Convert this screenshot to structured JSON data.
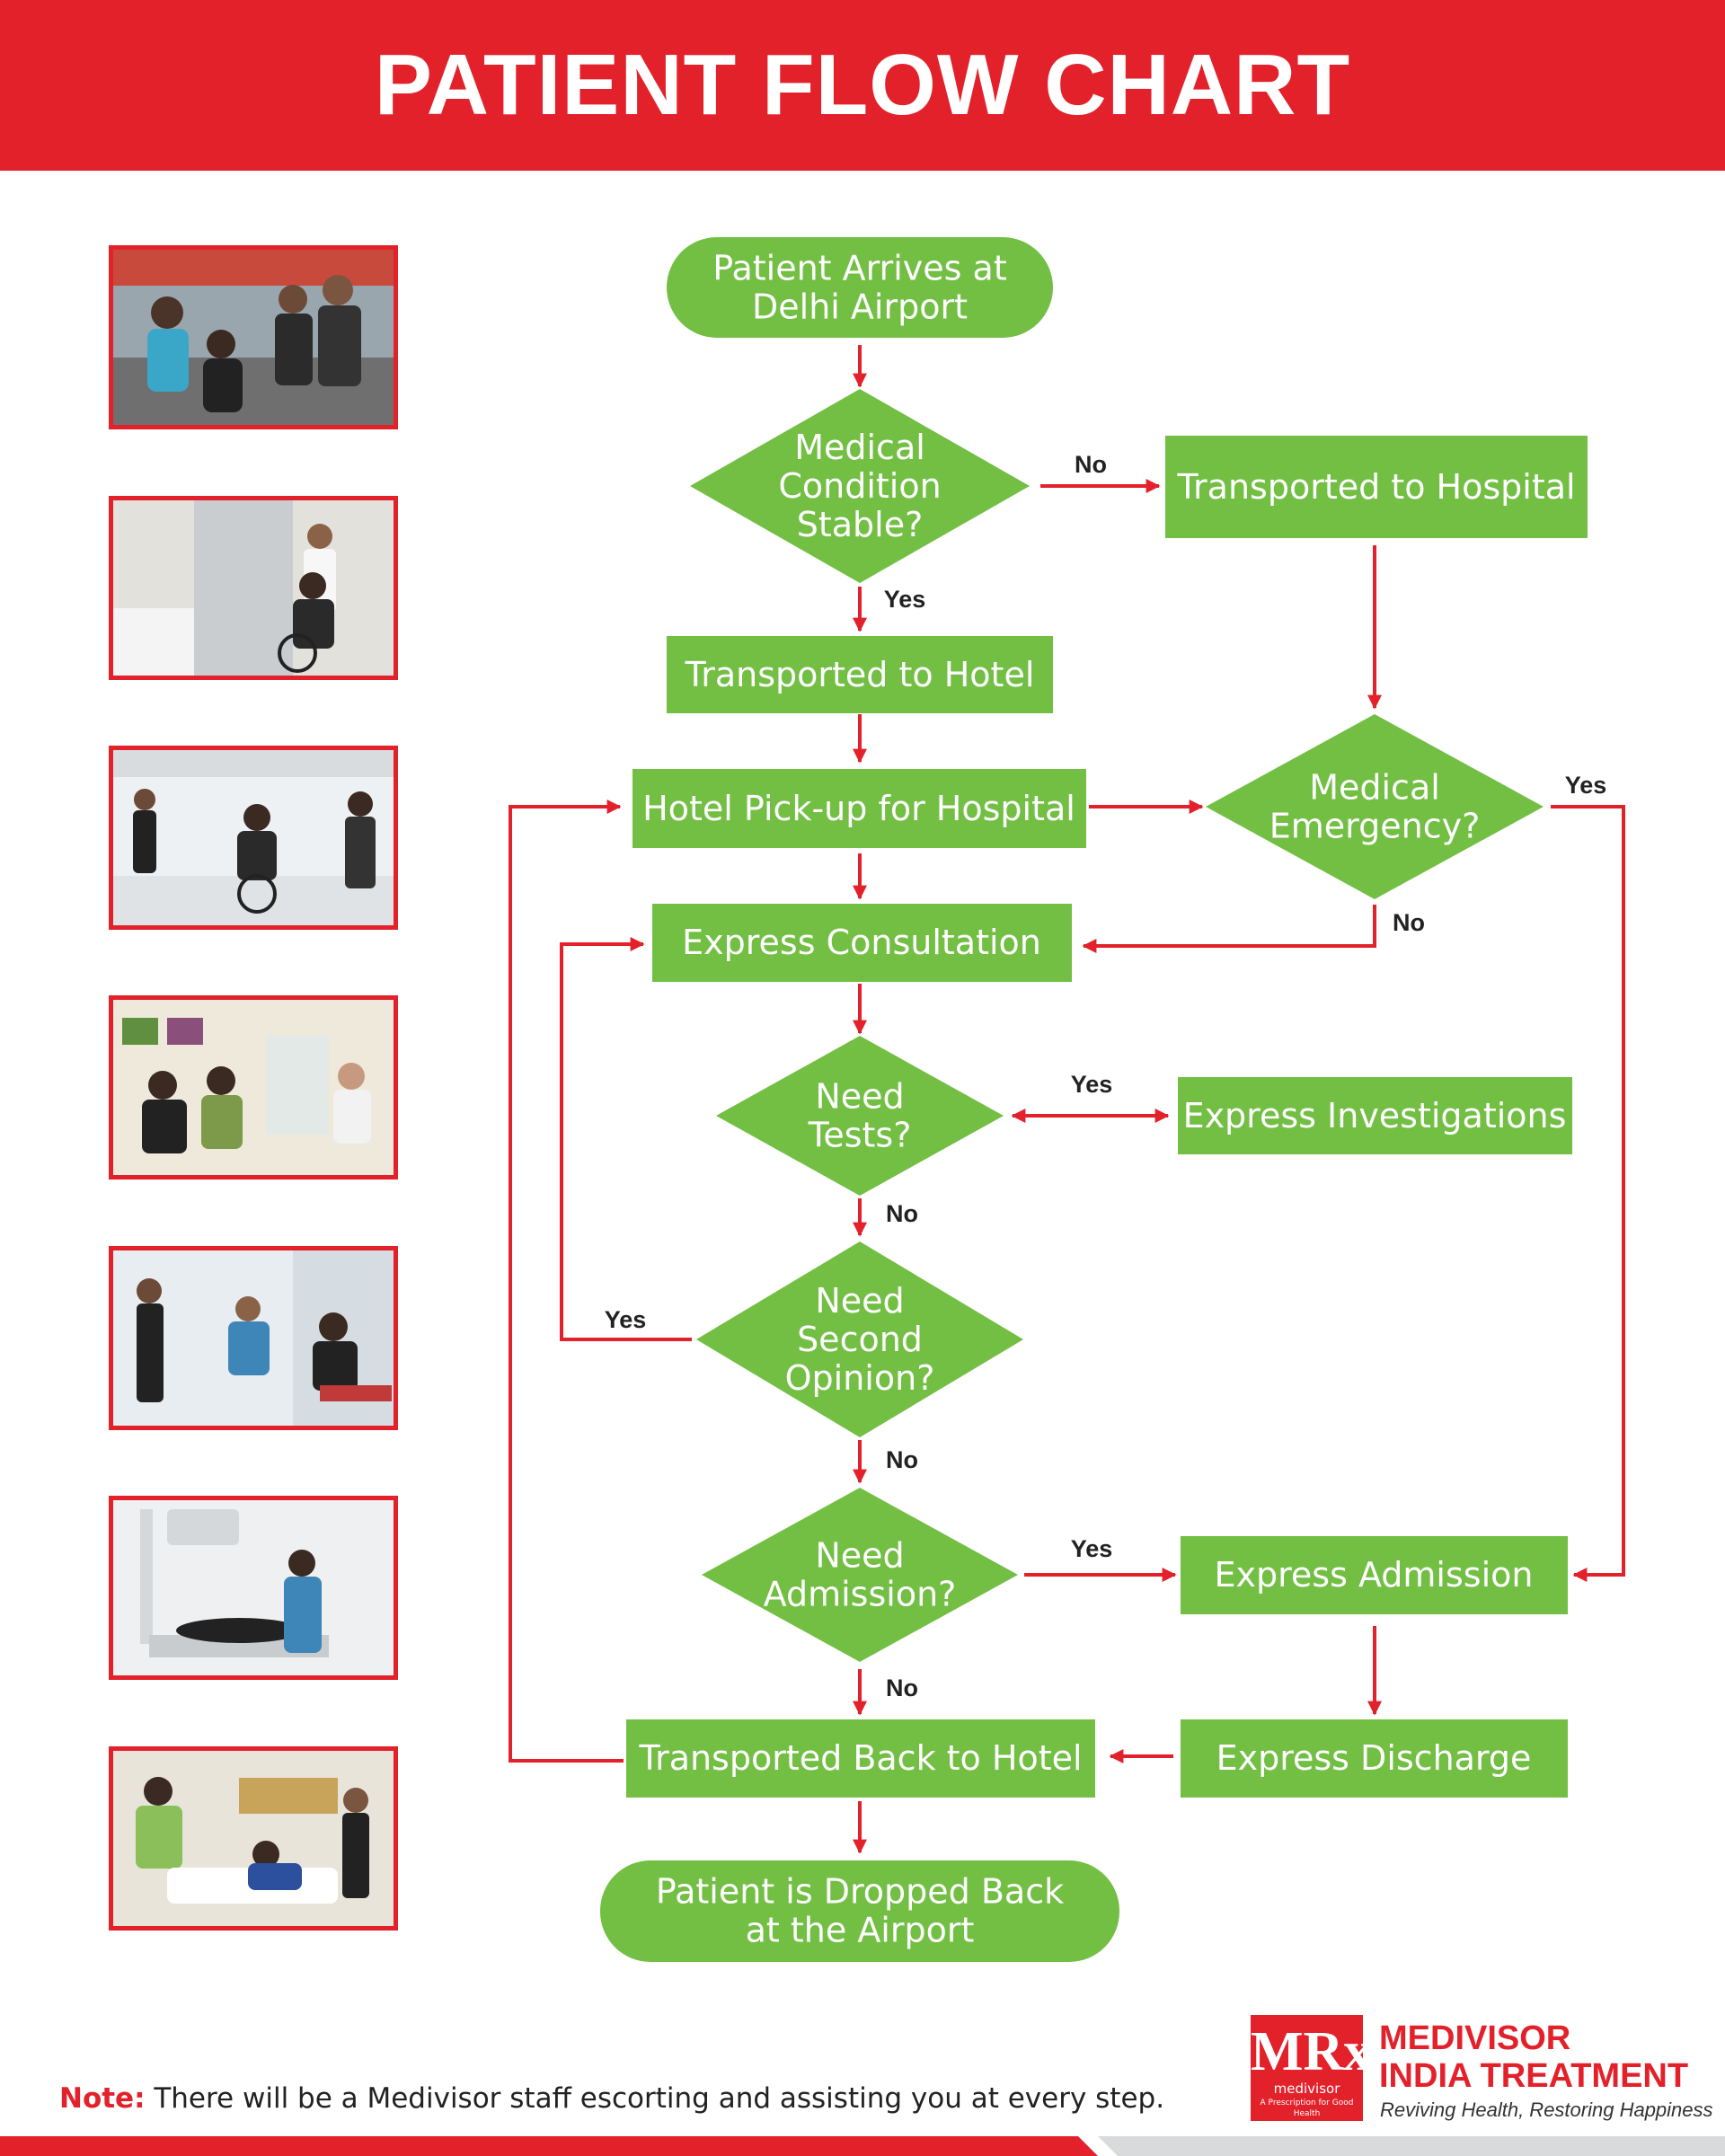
{
  "header": {
    "title": "PATIENT FLOW CHART"
  },
  "colors": {
    "brand_red": "#e3212b",
    "node_green": "#72bf44",
    "arrow_red": "#e3212b"
  },
  "photos": [
    {
      "subject": "airport-arrival-photo-icon"
    },
    {
      "subject": "hotel-wheelchair-photo-icon"
    },
    {
      "subject": "hospital-lobby-photo-icon"
    },
    {
      "subject": "consultation-room-photo-icon"
    },
    {
      "subject": "blood-test-photo-icon"
    },
    {
      "subject": "xray-scan-photo-icon"
    },
    {
      "subject": "discharge-bed-photo-icon"
    }
  ],
  "nodes": {
    "arrive": {
      "lines": [
        "Patient Arrives at",
        "Delhi Airport"
      ]
    },
    "stable": {
      "lines": [
        "Medical",
        "Condition",
        "Stable?"
      ]
    },
    "to_hospital": {
      "lines": [
        "Transported to Hospital"
      ]
    },
    "to_hotel": {
      "lines": [
        "Transported to Hotel"
      ]
    },
    "pickup": {
      "lines": [
        "Hotel Pick-up for Hospital"
      ]
    },
    "emergency": {
      "lines": [
        "Medical",
        "Emergency?"
      ]
    },
    "consult": {
      "lines": [
        "Express Consultation"
      ]
    },
    "tests": {
      "lines": [
        "Need",
        "Tests?"
      ]
    },
    "investigations": {
      "lines": [
        "Express Investigations"
      ]
    },
    "second": {
      "lines": [
        "Need",
        "Second",
        "Opinion?"
      ]
    },
    "admission_q": {
      "lines": [
        "Need",
        "Admission?"
      ]
    },
    "admission": {
      "lines": [
        "Express Admission"
      ]
    },
    "discharge": {
      "lines": [
        "Express Discharge"
      ]
    },
    "back_hotel": {
      "lines": [
        "Transported Back to Hotel"
      ]
    },
    "dropped": {
      "lines": [
        "Patient is Dropped Back",
        "at the Airport"
      ]
    }
  },
  "edge_labels": {
    "stable_no": "No",
    "stable_yes": "Yes",
    "emergency_yes": "Yes",
    "emergency_no": "No",
    "tests_yes": "Yes",
    "tests_no": "No",
    "second_yes": "Yes",
    "second_no": "No",
    "admission_yes": "Yes",
    "admission_no": "No"
  },
  "note": {
    "label": "Note:",
    "text": " There will be a Medivisor staff escorting and assisting you at every step."
  },
  "brand": {
    "logo_letters": "MRx",
    "logo_sub": "medivisor",
    "logo_tagline": "A Prescription for Good Health",
    "name_line1": "MEDIVISOR",
    "name_line2": "INDIA TREATMENT",
    "slogan": "Reviving Health, Restoring Happiness"
  }
}
